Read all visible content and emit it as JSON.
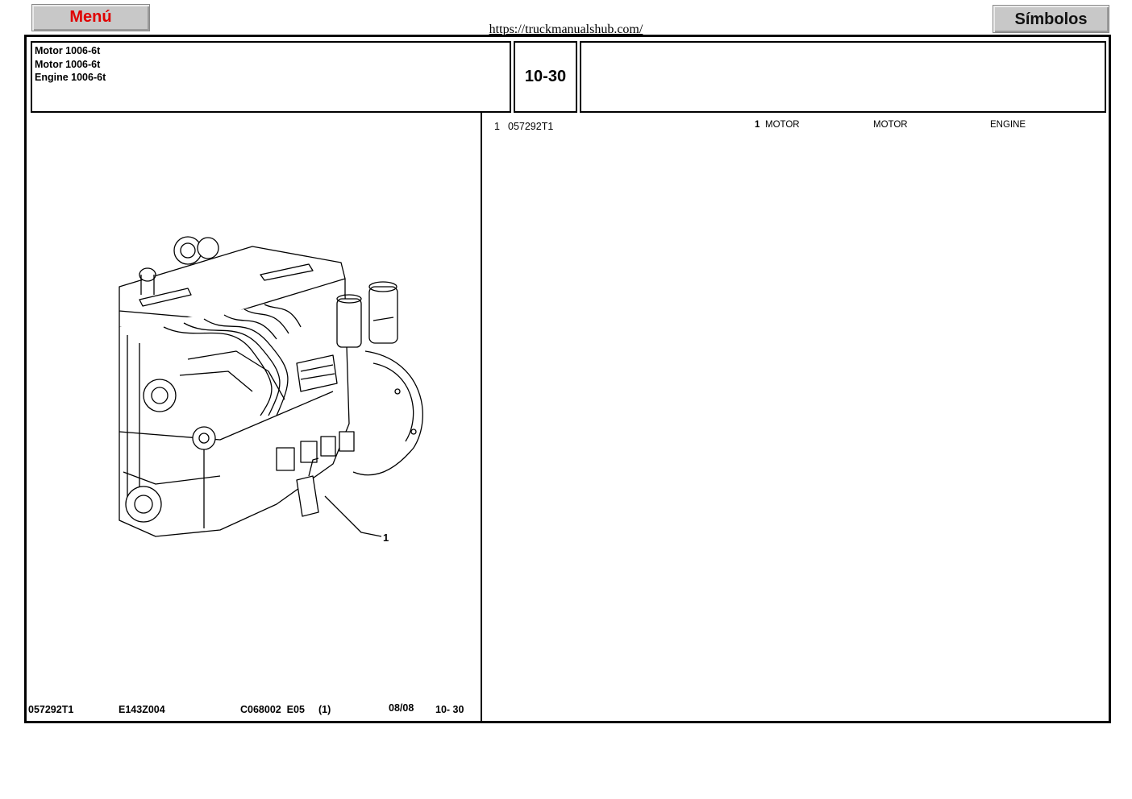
{
  "header": {
    "menu_label": "Menú",
    "symbols_label": "Símbolos",
    "url": "https://truckmanualshub.com/"
  },
  "title_lines": [
    "Motor 1006-6t",
    "Motor 1006-6t",
    "Engine 1006-6t"
  ],
  "section_code": "10-30",
  "parts": [
    {
      "ref": "1",
      "part_number": "057292T1",
      "qty": "1",
      "desc_1": "MOTOR",
      "desc_2": "MOTOR",
      "desc_3": "ENGINE"
    }
  ],
  "callout_label": "1",
  "footer": {
    "part_number": "057292T1",
    "doc_code": "E143Z004",
    "catalog_ref": "C068002  E05",
    "sheet": "(1)",
    "date": "08/08",
    "section": "10- 30"
  },
  "colors": {
    "menu_text": "#e00000",
    "button_bg": "#c8c8c8"
  },
  "icons": [
    "engine-drawing"
  ]
}
